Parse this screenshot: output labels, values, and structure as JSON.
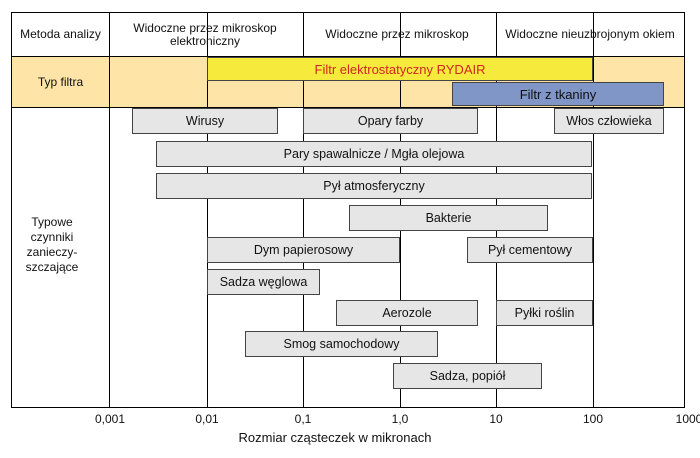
{
  "header": {
    "method_label": "Metoda analizy",
    "columns": [
      "Widoczne przez mikroskop elektroniczny",
      "Widoczne przez mikroskop",
      "Widoczne nieuzbrojonym okiem"
    ]
  },
  "filter_row": {
    "label": "Typ filtra",
    "filters": [
      {
        "name": "Filtr elektrostatyczny RYDAIR",
        "from": 0.01,
        "to": 100,
        "color": "#f6ea3c"
      },
      {
        "name": "Filtr z tkaniny",
        "from": 3.5,
        "to": 700,
        "color": "#7f96c6"
      }
    ]
  },
  "contaminants_label": "Typowe czynniki zanieczy-szczające",
  "contaminants": [
    {
      "name": "Wirusy",
      "from": 0.0017,
      "to": 0.055
    },
    {
      "name": "Opary farby",
      "from": 0.1,
      "to": 6.5
    },
    {
      "name": "Włos człowieka",
      "from": 40,
      "to": 700
    },
    {
      "name": "Pary spawalnicze / Mgła olejowa",
      "from": 0.003,
      "to": 100
    },
    {
      "name": "Pył atmosferyczny",
      "from": 0.003,
      "to": 100
    },
    {
      "name": "Bakterie",
      "from": 0.3,
      "to": 35
    },
    {
      "name": "Dym papierosowy",
      "from": 0.01,
      "to": 1
    },
    {
      "name": "Pył cementowy",
      "from": 5,
      "to": 100
    },
    {
      "name": "Sadza węglowa",
      "from": 0.01,
      "to": 0.15
    },
    {
      "name": "Aerozole",
      "from": 0.22,
      "to": 6.5
    },
    {
      "name": "Pyłki roślin",
      "from": 10,
      "to": 100
    },
    {
      "name": "Smog samochodowy",
      "from": 0.025,
      "to": 2.5
    },
    {
      "name": "Sadza, popiół",
      "from": 0.85,
      "to": 30
    }
  ],
  "axis": {
    "title": "Rozmiar cząsteczek w mikronach",
    "ticks": [
      {
        "value": 0.001,
        "label": "0,001"
      },
      {
        "value": 0.01,
        "label": "0,01"
      },
      {
        "value": 0.1,
        "label": "0,1"
      },
      {
        "value": 1,
        "label": "1,0"
      },
      {
        "value": 10,
        "label": "10"
      },
      {
        "value": 100,
        "label": "100"
      },
      {
        "value": 1000,
        "label": "1000"
      }
    ],
    "scale": "log",
    "range": [
      0.001,
      1000
    ]
  },
  "colors": {
    "header_band": "#ffe4a7",
    "particle_bar": "#e6e6e6",
    "grid": "#000000"
  }
}
